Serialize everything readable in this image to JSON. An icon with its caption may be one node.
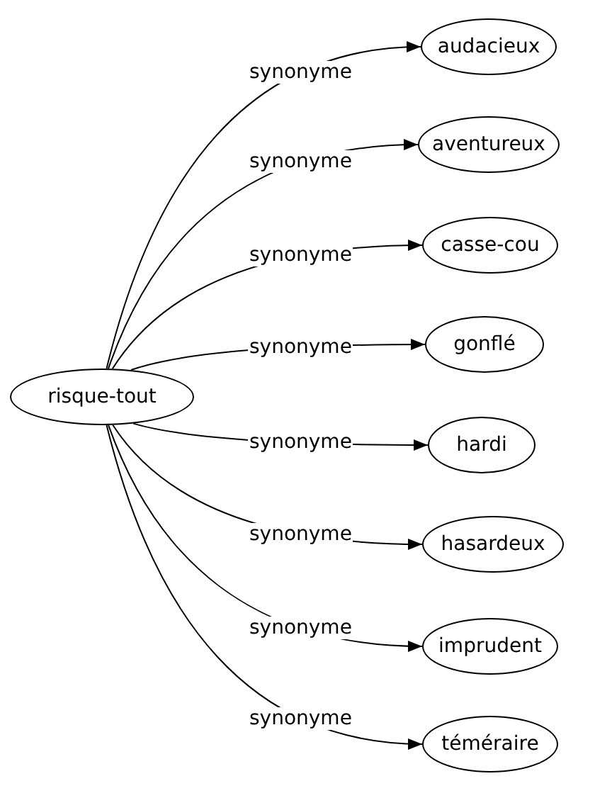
{
  "diagram": {
    "nodes": [
      {
        "text": [
          "risque-tout"
        ]
      },
      {
        "text": [
          "audacieux"
        ]
      },
      {
        "text": [
          "aventureux"
        ]
      },
      {
        "text": [
          "casse-cou"
        ]
      },
      {
        "text": [
          "gonflé"
        ]
      },
      {
        "text": [
          "hardi"
        ]
      },
      {
        "text": [
          "hasardeux"
        ]
      },
      {
        "text": [
          "imprudent"
        ]
      },
      {
        "text": [
          "téméraire"
        ]
      }
    ],
    "edges": [
      {
        "from": 0,
        "to": 1,
        "arrow": "to",
        "label": "synonyme"
      },
      {
        "from": 0,
        "to": 2,
        "arrow": "to",
        "label": "synonyme"
      },
      {
        "from": 0,
        "to": 3,
        "arrow": "to",
        "label": "synonyme"
      },
      {
        "from": 0,
        "to": 4,
        "arrow": "to",
        "label": "synonyme"
      },
      {
        "from": 0,
        "to": 5,
        "arrow": "to",
        "label": "synonyme"
      },
      {
        "from": 0,
        "to": 6,
        "arrow": "to",
        "label": "synonyme"
      },
      {
        "from": 0,
        "to": 7,
        "arrow": "to",
        "label": "synonyme"
      },
      {
        "from": 0,
        "to": 8,
        "arrow": "to",
        "label": "synonyme"
      }
    ]
  }
}
